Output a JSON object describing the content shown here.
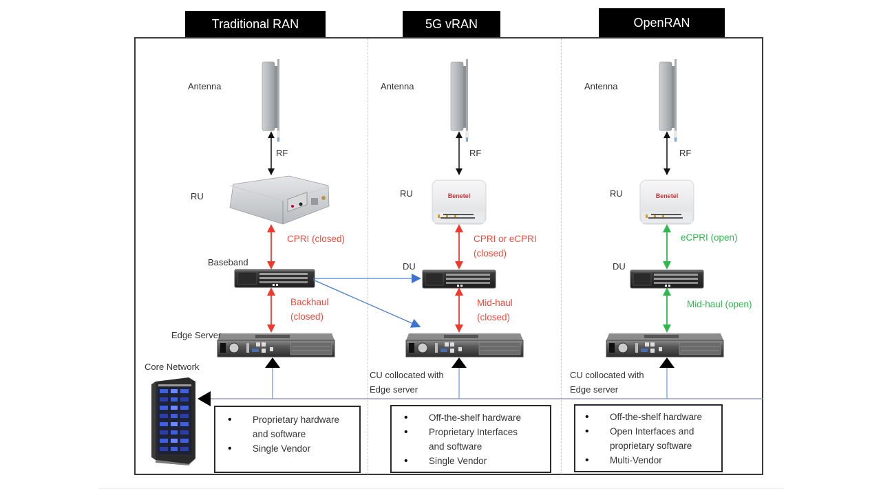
{
  "columns": [
    {
      "header": "Traditional RAN",
      "antenna_label": "Antenna",
      "rf_label": "RF",
      "ru_label": "RU",
      "fronthaul_label_line1": "CPRI (closed)",
      "fronthaul_label_line2": "",
      "middle_label": "Baseband",
      "lower_link_line1": "Backhaul",
      "lower_link_line2": "(closed)",
      "server_label": "Edge Server",
      "server_label_line2": "",
      "bullets": [
        "Proprietary hardware and software",
        "Single Vendor"
      ]
    },
    {
      "header": "5G vRAN",
      "antenna_label": "Antenna",
      "rf_label": "RF",
      "ru_label": "RU",
      "ru_brand": "Benetel",
      "fronthaul_label_line1": "CPRI or eCPRI",
      "fronthaul_label_line2": "(closed)",
      "middle_label": "DU",
      "lower_link_line1": "Mid-haul",
      "lower_link_line2": "(closed)",
      "server_label": "CU collocated with",
      "server_label_line2": "Edge server",
      "bullets": [
        "Off-the-shelf hardware",
        "Proprietary Interfaces and software",
        "Single Vendor"
      ]
    },
    {
      "header": "OpenRAN",
      "antenna_label": "Antenna",
      "rf_label": "RF",
      "ru_label": "RU",
      "ru_brand": "Benetel",
      "fronthaul_label_line1": "eCPRI (open)",
      "fronthaul_label_line2": "",
      "middle_label": "DU",
      "lower_link_line1": "Mid-haul (open)",
      "lower_link_line2": "",
      "server_label": "CU collocated with",
      "server_label_line2": "Edge server",
      "bullets": [
        "Off-the-shelf hardware",
        "Open Interfaces and proprietary software",
        "Multi-Vendor"
      ]
    }
  ],
  "core_network_label": "Core Network",
  "colors": {
    "closed_link": "#ee4b3e",
    "open_link": "#2fb84c",
    "rf_link": "#111111",
    "cross_link": "#4a7fd0",
    "core_link": "#7a9ad0"
  }
}
